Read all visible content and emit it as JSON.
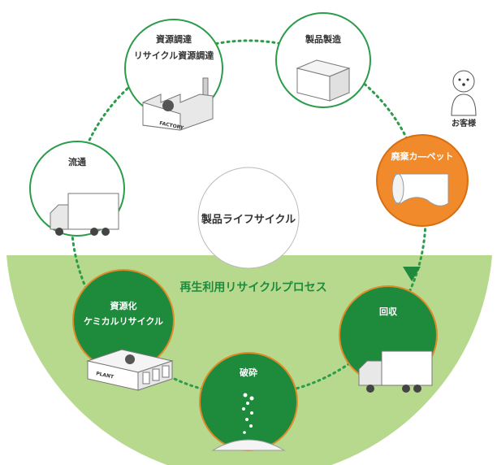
{
  "center_label": "製品ライフサイクル",
  "process_label": "再生利用リサイクルプロセス",
  "customer_label": "お客様",
  "nodes": {
    "procurement": {
      "line1": "資源調達",
      "line2": "リサイクル資源調達"
    },
    "manufacturing": {
      "label": "製品製造"
    },
    "distribution": {
      "label": "流通"
    },
    "waste_carpet": {
      "label": "廃棄カ―ペット"
    },
    "recovery": {
      "label": "回収"
    },
    "crushing": {
      "label": "破砕"
    },
    "resource": {
      "line1": "資源化",
      "line2": "ケミカルリサイクル"
    }
  },
  "signs": {
    "factory": "FACTORY",
    "plant": "PLANT"
  },
  "colors": {
    "dark_green": "#1e8a3c",
    "light_green": "#b7d98e",
    "orange": "#f08a2a",
    "outline_green": "#2a9c4a"
  }
}
